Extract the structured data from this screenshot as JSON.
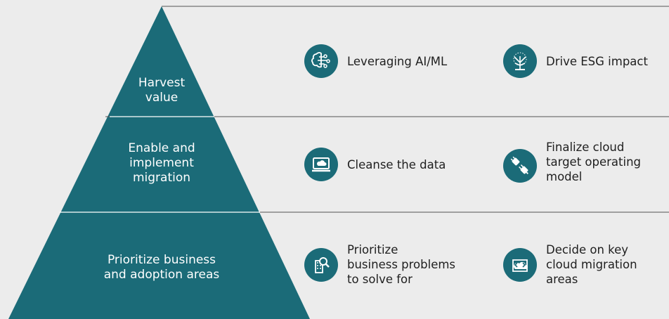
{
  "colors": {
    "background": "#ececec",
    "pyramid": "#1b6b78",
    "icon_circle": "#1b6b78",
    "divider": "#555555",
    "text": "#1f1f1f"
  },
  "tiers": [
    {
      "label": "Harvest\nvalue",
      "items": [
        {
          "icon": "ai-brain-icon",
          "text": "Leveraging AI/ML"
        },
        {
          "icon": "tree-icon",
          "text": "Drive ESG impact"
        }
      ]
    },
    {
      "label": "Enable and\nimplement\nmigration",
      "items": [
        {
          "icon": "laptop-cloud-icon",
          "text": "Cleanse the data"
        },
        {
          "icon": "plug-connector-icon",
          "text": "Finalize cloud\ntarget operating\nmodel"
        }
      ]
    },
    {
      "label": "Prioritize business\nand adoption areas",
      "items": [
        {
          "icon": "building-search-icon",
          "text": "Prioritize\nbusiness problems\nto solve for"
        },
        {
          "icon": "cloud-migration-icon",
          "text": "Decide on key\ncloud migration\nareas"
        }
      ]
    }
  ]
}
